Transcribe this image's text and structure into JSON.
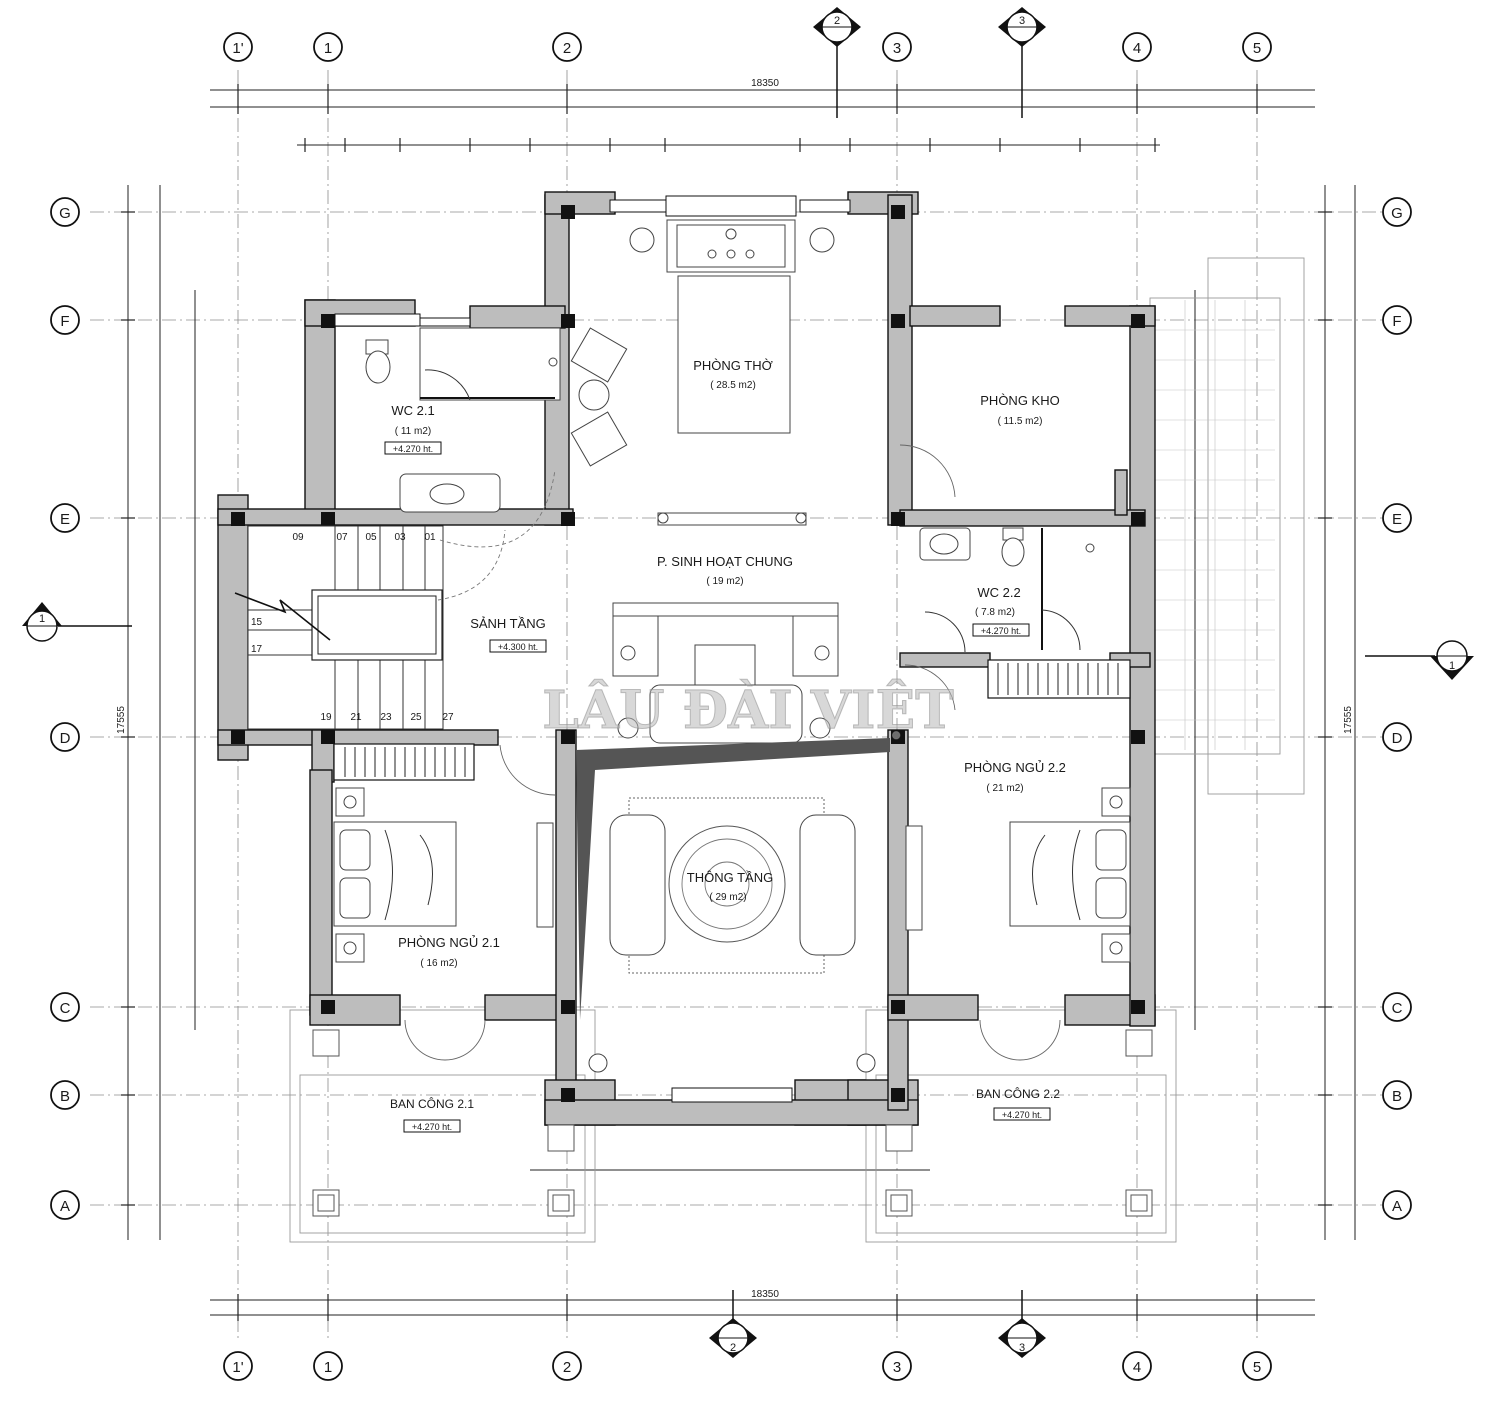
{
  "grid": {
    "columns": [
      "1'",
      "1",
      "2",
      "3",
      "4",
      "5"
    ],
    "rows": [
      "G",
      "F",
      "E",
      "D",
      "C",
      "B",
      "A"
    ]
  },
  "dimensions": {
    "top": "18350",
    "bottom": "18350",
    "left": "17555",
    "right": "17555"
  },
  "section_markers": {
    "top_2": "2",
    "top_3": "3",
    "bottom_2": "2",
    "bottom_3": "3",
    "left_1": "1",
    "right_1": "1"
  },
  "rooms": {
    "phong_tho": {
      "name": "PHÒNG THỜ",
      "area": "( 28.5 m2)"
    },
    "phong_kho": {
      "name": "PHÒNG KHO",
      "area": "( 11.5 m2)"
    },
    "wc21": {
      "name": "WC 2.1",
      "area": "( 11 m2)",
      "level": "+4.270  ht."
    },
    "wc22": {
      "name": "WC 2.2",
      "area": "( 7.8 m2)",
      "level": "+4.270  ht."
    },
    "sinh_hoat": {
      "name": "P. SINH HOẠT CHUNG",
      "area": "( 19 m2)"
    },
    "sanh_tang": {
      "name": "SẢNH TẦNG",
      "level": "+4.300  ht."
    },
    "thong_tang": {
      "name": "THÔNG TẦNG",
      "area": "( 29 m2)"
    },
    "ngu21": {
      "name": "PHÒNG NGỦ 2.1",
      "area": "( 16 m2)"
    },
    "ngu22": {
      "name": "PHÒNG NGỦ 2.2",
      "area": "( 21 m2)"
    },
    "bancong21": {
      "name": "BAN CÔNG 2.1",
      "level": "+4.270  ht."
    },
    "bancong22": {
      "name": "BAN CÔNG 2.2",
      "level": "+4.270  ht."
    }
  },
  "stairs": {
    "top_steps": [
      "09",
      "07",
      "05",
      "03",
      "01"
    ],
    "bottom_steps": [
      "19",
      "21",
      "23",
      "25",
      "27"
    ],
    "side_steps": [
      "15",
      "17"
    ]
  },
  "watermark": "LÂU ĐÀI VIỆT"
}
